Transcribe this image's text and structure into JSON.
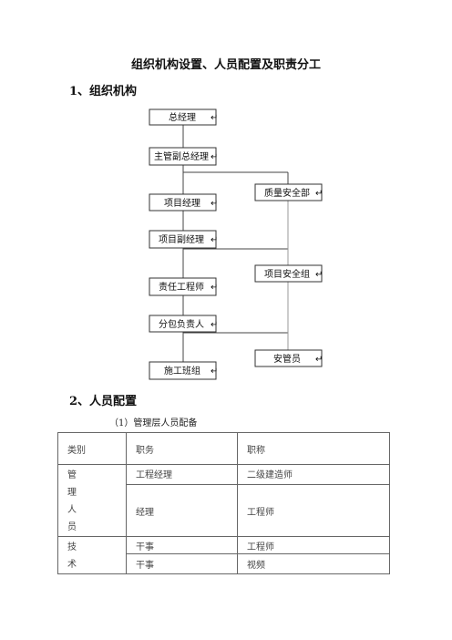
{
  "doc": {
    "title": "组织机构设置、人员配置及职责分工",
    "section1": "1、组织机构",
    "section2": "2、人员配置",
    "subsection": "（1）管理层人员配备"
  },
  "org_chart": {
    "nodes": {
      "gm": "总经理",
      "deputy": "主管副总经理",
      "quality": "质量安全部",
      "pm": "项目经理",
      "deputy_pm": "项目副经理",
      "safety_group": "项目安全组",
      "engineer": "责任工程师",
      "subcontract": "分包负责人",
      "safety_officer": "安管员",
      "team": "施工班组"
    }
  },
  "table": {
    "headers": [
      "类别",
      "职务",
      "职称"
    ],
    "group1": {
      "category": [
        "管",
        "理",
        "人",
        "员"
      ],
      "rows": [
        {
          "role": "工程经理",
          "title": "二级建造师"
        },
        {
          "role": "经理",
          "title": "工程师"
        }
      ]
    },
    "group2": {
      "category": [
        "技",
        "术"
      ],
      "rows": [
        {
          "role": "干事",
          "title": "工程师"
        },
        {
          "role": "干事",
          "title": "视频"
        }
      ]
    }
  }
}
